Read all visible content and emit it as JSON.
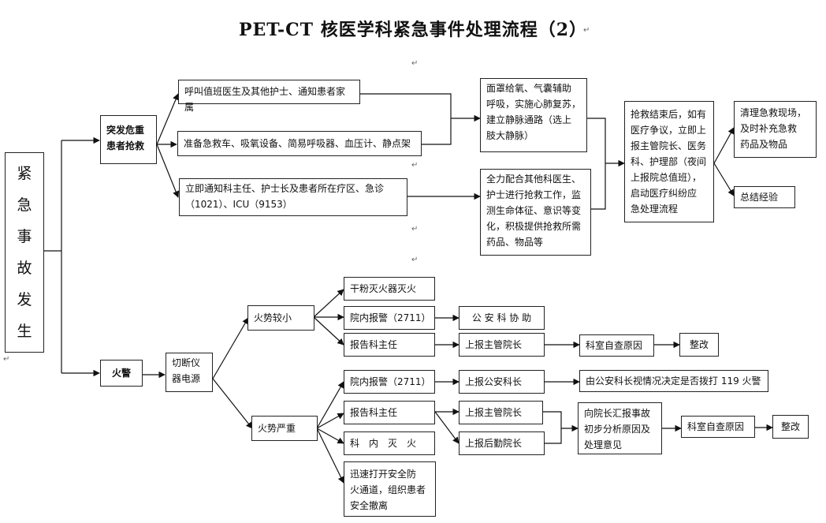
{
  "title": "PET-CT 核医学科紧急事件处理流程（2）",
  "root": {
    "chars": [
      "紧",
      "急",
      "事",
      "故",
      "发",
      "生"
    ]
  },
  "nodes": {
    "emergency": "突发危重\n患者抢救",
    "call_doctor": "呼叫值班医生及其他护士、通知患者家属",
    "prepare_equipment": "准备急救车、吸氧设备、简易呼吸器、血压计、静点架",
    "notify_director": "立即通知科主任、护士长及患者所在疗区、急诊\n（1021）、ICU（9153）",
    "oxygen_cpr": "面罩给氧、气囊辅助\n呼吸，实施心肺复苏，\n建立静脉通路（选上\n肢大静脉）",
    "cooperate": "全力配合其他科医生、\n护士进行抢救工作，监\n测生命体征、意识等变\n化，积极提供抢救所需\n药品、物品等",
    "after_rescue": "抢救结束后，如有\n医疗争议，立即上\n报主管院长、医务\n科、护理部（夜间\n上报院总值班），\n启动医疗纠纷应\n急处理流程",
    "clean_site": "清理急救现场，\n及时补充急救\n药品及物品",
    "summary": "总结经验",
    "fire": "火警",
    "cut_power": "切断仪\n器电源",
    "fire_small": "火势较小",
    "fire_severe": "火势严重",
    "dry_powder": "干粉灭火器灭火",
    "report_internal_small": "院内报警（2711）",
    "security_help": "公 安 科 协 助",
    "report_director_small": "报告科主任",
    "report_vp_small": "上报主管院长",
    "self_check_small": "科室自查原因",
    "rectify_small": "整改",
    "report_internal_severe": "院内报警（2711）",
    "report_security_chief": "上报公安科长",
    "security_decision": "由公安科长视情况决定是否拨打 119 火警",
    "report_director_severe": "报告科主任",
    "report_vp_severe": "上报主管院长",
    "report_logistics_vp": "上报后勤院长",
    "report_president": "向院长汇报事故\n初步分析原因及\n处理意见",
    "self_check_severe": "科室自查原因",
    "rectify_severe": "整改",
    "dept_extinguish": "科　内　灭　火",
    "evacuate": "迅速打开安全防\n火通道，组织患者\n安全撤离"
  },
  "paragraph_mark": "↵"
}
